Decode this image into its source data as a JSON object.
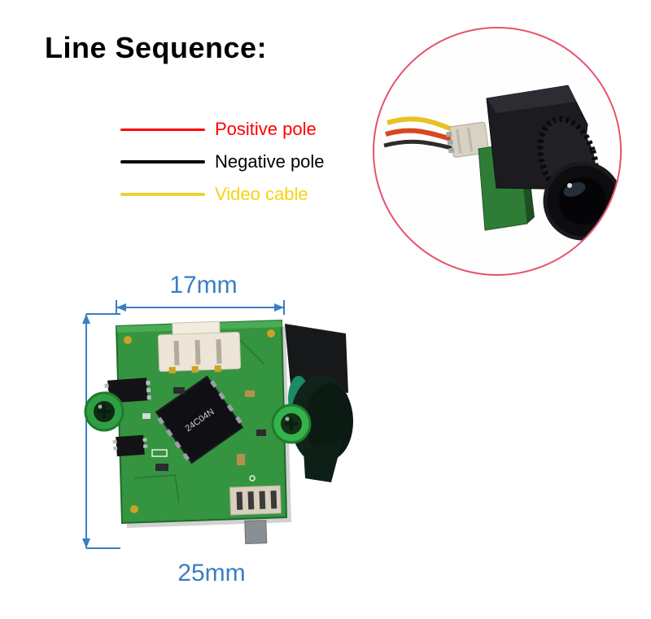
{
  "title": "Line Sequence:",
  "legend": [
    {
      "label": "Positive pole",
      "color": "#fe0000"
    },
    {
      "label": "Negative pole",
      "color": "#000000"
    },
    {
      "label": "Video cable",
      "color": "#f5d312"
    }
  ],
  "inset": {
    "border_color": "#e8516b"
  },
  "board": {
    "chip_label": "24C04N",
    "width_label": "17mm",
    "height_label": "25mm",
    "dimension_color": "#3a7dc5"
  }
}
